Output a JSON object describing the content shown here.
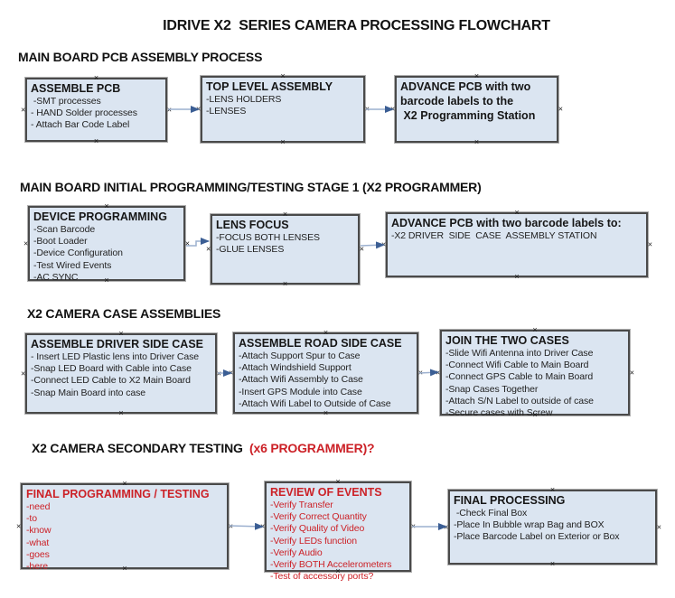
{
  "title": "IDRIVE X2  SERIES CAMERA PROCESSING FLOWCHART",
  "colors": {
    "box_fill": "#dbe5f1",
    "box_border": "#4a4a4a",
    "red_text": "#cc2127",
    "arrow_line": "#9cb0cf",
    "arrow_head": "#3b5e94"
  },
  "icons": {
    "connection_point": "×"
  },
  "sections": [
    {
      "heading": "MAIN BOARD PCB ASSEMBLY PROCESS",
      "heading_suffix": "",
      "boxes": [
        {
          "title_lines": [
            "ASSEMBLE PCB"
          ],
          "items": [
            " -SMT processes",
            "- HAND Solder processes",
            "- Attach Bar Code Label"
          ],
          "text_color": "black"
        },
        {
          "title_lines": [
            "TOP LEVEL ASSEMBLY"
          ],
          "items": [
            "-LENS HOLDERS",
            "-LENSES"
          ],
          "text_color": "black"
        },
        {
          "title_lines": [
            "ADVANCE PCB with two",
            "barcode labels to the",
            " X2 Programming Station"
          ],
          "items": [],
          "text_color": "black"
        }
      ]
    },
    {
      "heading": "MAIN BOARD INITIAL PROGRAMMING/TESTING STAGE 1 (X2 PROGRAMMER)",
      "heading_suffix": "",
      "boxes": [
        {
          "title_lines": [
            "DEVICE PROGRAMMING"
          ],
          "items": [
            "-Scan Barcode",
            "-Boot Loader",
            "-Device Configuration",
            "-Test Wired Events",
            "-AC SYNC"
          ],
          "text_color": "black"
        },
        {
          "title_lines": [
            "LENS FOCUS"
          ],
          "items": [
            "-FOCUS BOTH LENSES",
            "-GLUE LENSES"
          ],
          "text_color": "black"
        },
        {
          "title_lines": [
            "ADVANCE PCB with two barcode labels to:"
          ],
          "items": [
            "-X2 DRIVER  SIDE  CASE  ASSEMBLY STATION"
          ],
          "text_color": "black"
        }
      ]
    },
    {
      "heading": "X2 CAMERA CASE ASSEMBLIES",
      "heading_suffix": "",
      "boxes": [
        {
          "title_lines": [
            "ASSEMBLE DRIVER SIDE CASE"
          ],
          "items": [
            "- Insert LED Plastic lens into Driver Case",
            "-Snap LED Board with Cable into Case",
            "-Connect LED Cable to X2 Main Board",
            "-Snap Main Board into case"
          ],
          "text_color": "black"
        },
        {
          "title_lines": [
            "ASSEMBLE ROAD SIDE CASE"
          ],
          "items": [
            "-Attach Support Spur to Case",
            "-Attach Windshield Support",
            "-Attach Wifi Assembly to Case",
            "-Insert GPS Module into Case",
            "-Attach Wifi Label to Outside of Case"
          ],
          "text_color": "black"
        },
        {
          "title_lines": [
            "JOIN THE TWO CASES"
          ],
          "items": [
            "-Slide Wifi Antenna into Driver Case",
            "-Connect Wifi Cable to Main Board",
            "-Connect GPS Cable to Main Board",
            "-Snap Cases Together",
            "-Attach S/N Label to outside of case",
            "-Secure cases with Screw"
          ],
          "text_color": "black"
        }
      ]
    },
    {
      "heading": "X2 CAMERA SECONDARY TESTING  ",
      "heading_suffix": "(x6 PROGRAMMER)?",
      "boxes": [
        {
          "title_lines": [
            "FINAL PROGRAMMING / TESTING"
          ],
          "items": [
            "-need",
            "-to",
            "-know",
            "-what",
            "-goes",
            "-here"
          ],
          "text_color": "red"
        },
        {
          "title_lines": [
            "REVIEW OF EVENTS"
          ],
          "items": [
            "-Verify Transfer",
            "-Verify Correct Quantity",
            "-Verify Quality of Video",
            "-Verify LEDs function",
            "-Verify Audio",
            "-Verify BOTH Accelerometers",
            "-Test of accessory ports?"
          ],
          "text_color": "red"
        },
        {
          "title_lines": [
            "FINAL PROCESSING"
          ],
          "items": [
            " -Check Final Box",
            "-Place In Bubble wrap Bag and BOX",
            "-Place Barcode Label on Exterior or Box"
          ],
          "text_color": "black"
        }
      ]
    }
  ]
}
